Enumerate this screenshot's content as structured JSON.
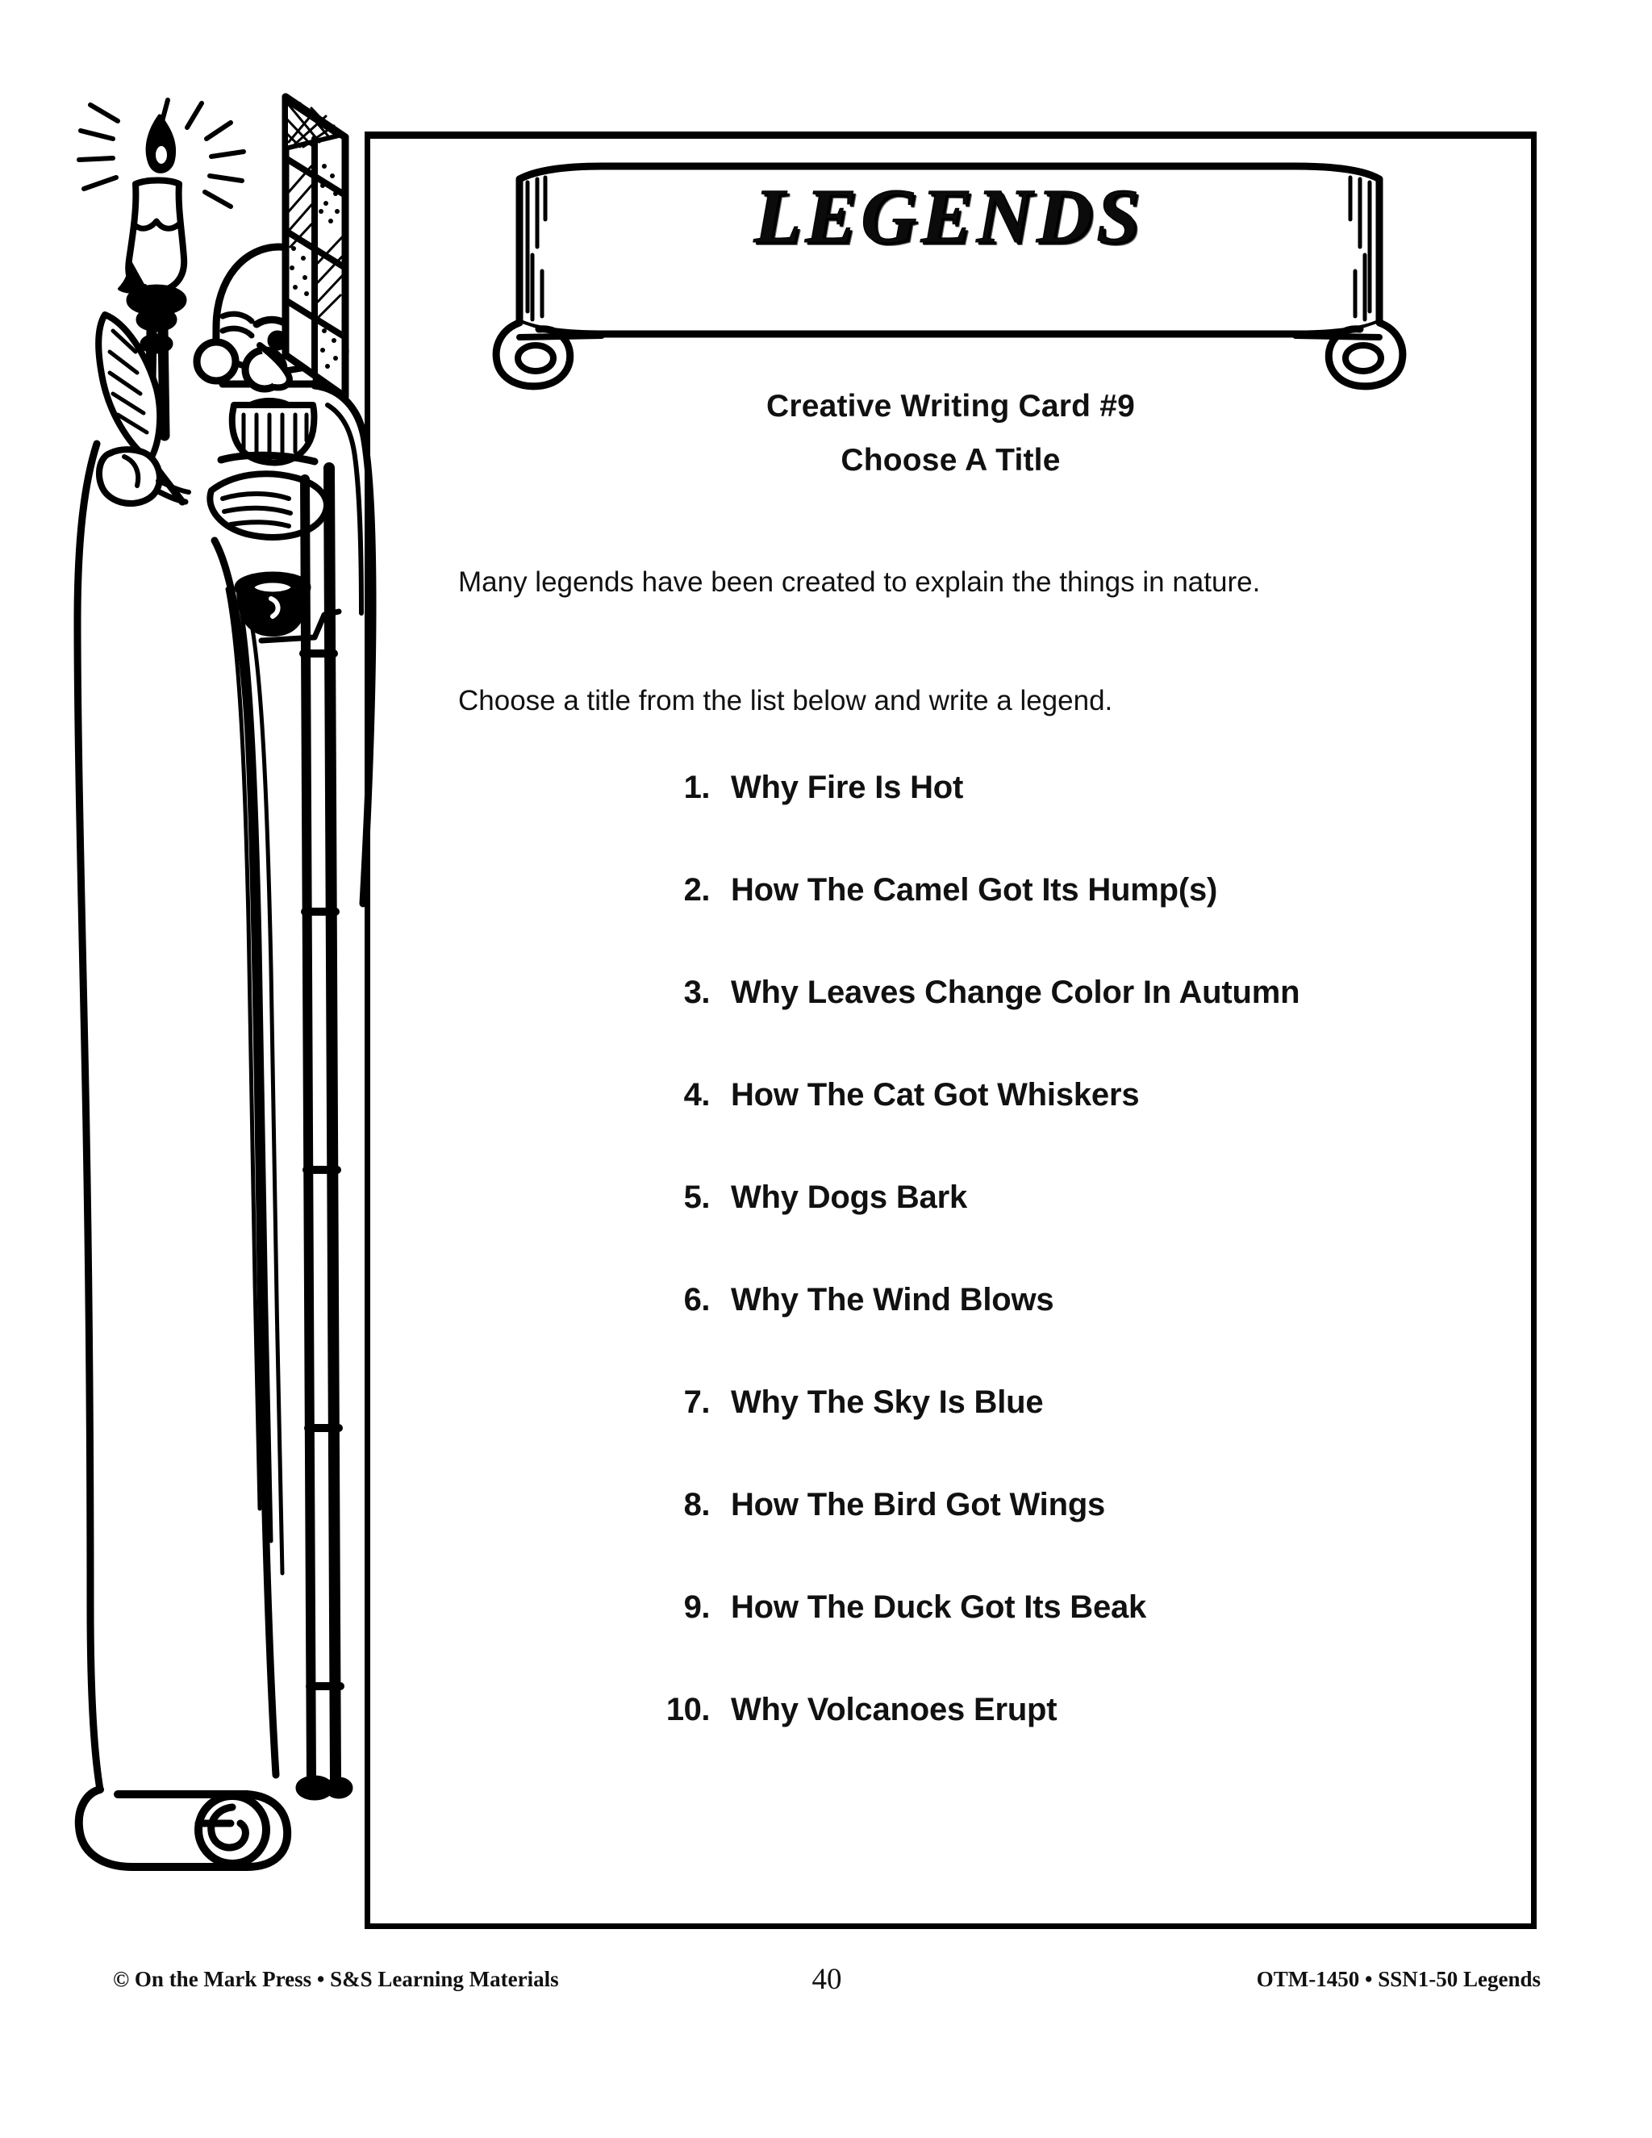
{
  "banner": {
    "title": "LEGENDS"
  },
  "headings": {
    "card": "Creative Writing Card #9",
    "choose": "Choose A Title"
  },
  "intro": {
    "paragraph_1": "Many legends have been created to explain the things in nature.",
    "paragraph_2": "Choose a title from the list below and write a legend."
  },
  "title_list": [
    {
      "number": "1.",
      "text": "Why Fire Is Hot"
    },
    {
      "number": "2.",
      "text": "How The Camel Got Its Hump(s)"
    },
    {
      "number": "3.",
      "text": "Why Leaves Change Color In Autumn"
    },
    {
      "number": "4.",
      "text": "How The Cat Got Whiskers"
    },
    {
      "number": "5.",
      "text": "Why Dogs Bark"
    },
    {
      "number": "6.",
      "text": "Why The Wind Blows"
    },
    {
      "number": "7.",
      "text": "Why The Sky Is Blue"
    },
    {
      "number": "8.",
      "text": "How The Bird Got Wings"
    },
    {
      "number": "9.",
      "text": "How The Duck Got Its Beak"
    },
    {
      "number": "10.",
      "text": "Why Volcanoes Erupt"
    }
  ],
  "footer": {
    "left": "© On the Mark Press • S&S Learning Materials",
    "page_number": "40",
    "right": "OTM-1450 • SSN1-50 Legends"
  },
  "illustration": {
    "description": "scribe-with-quill-and-candle",
    "ink_color": "#000000"
  }
}
